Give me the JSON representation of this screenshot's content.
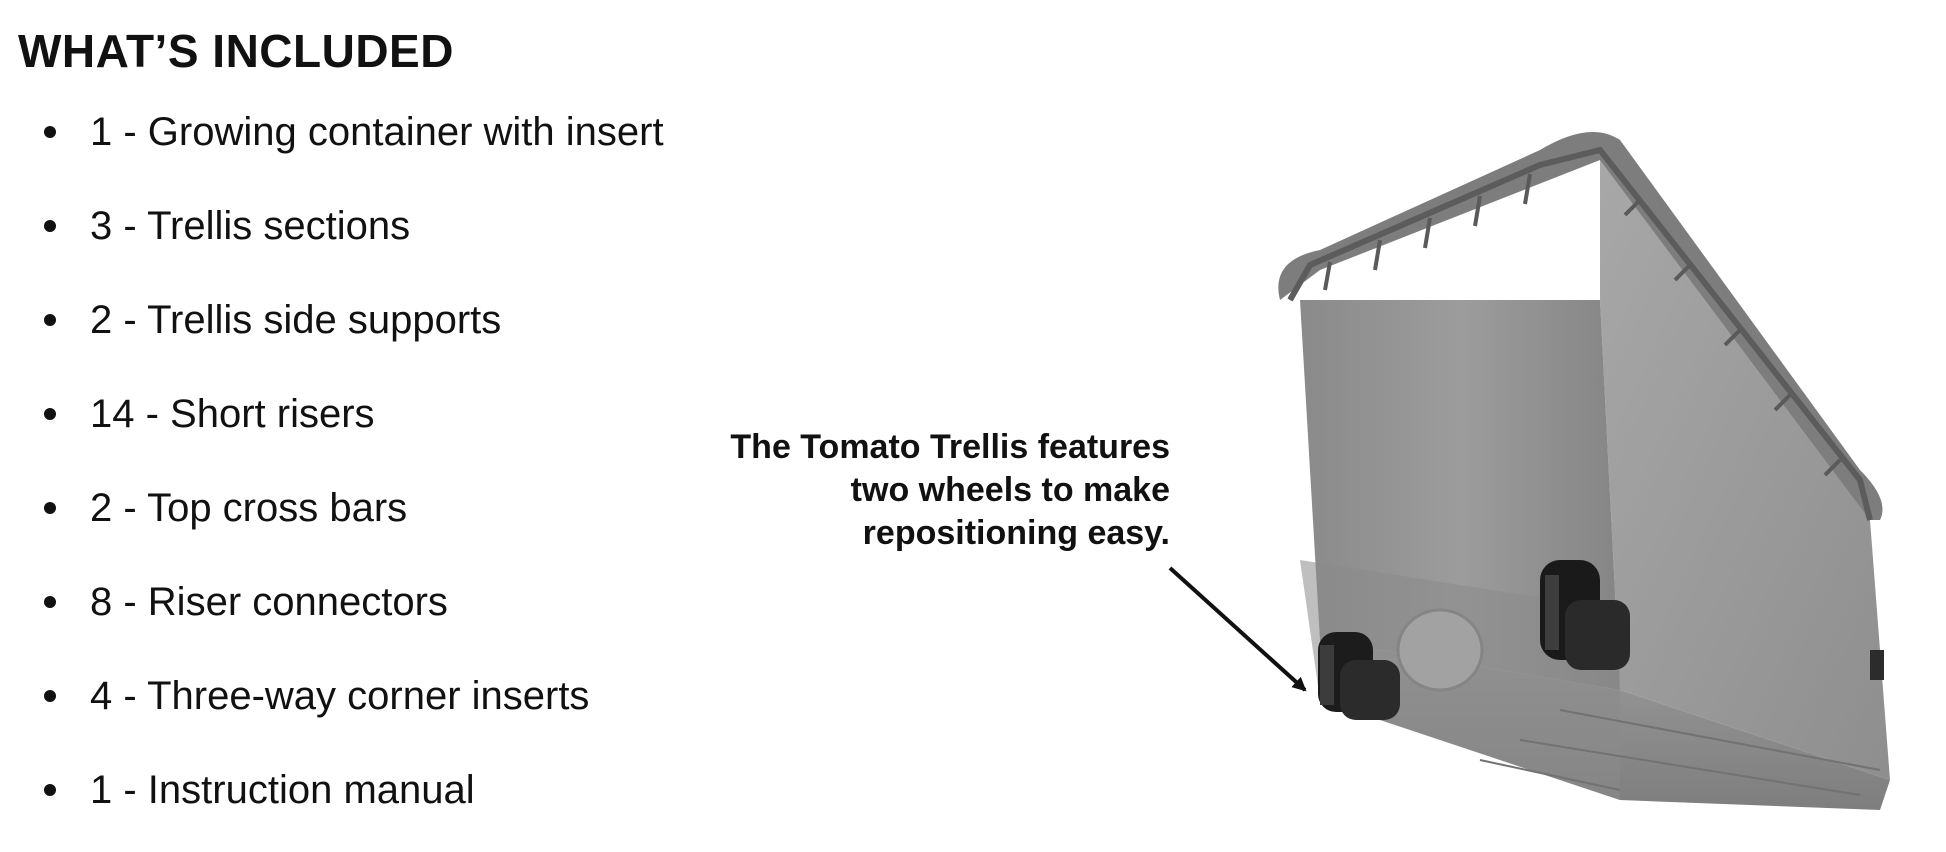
{
  "heading": "WHAT’S INCLUDED",
  "items": [
    "1 - Growing container with insert",
    "3 - Trellis sections",
    "2 - Trellis side supports",
    "14 - Short risers",
    "2 - Top cross bars",
    "8 - Riser connectors",
    "4 - Three-way corner inserts",
    "1 - Instruction manual"
  ],
  "callout": "The Tomato Trellis features\ntwo wheels to make\nrepositioning easy."
}
